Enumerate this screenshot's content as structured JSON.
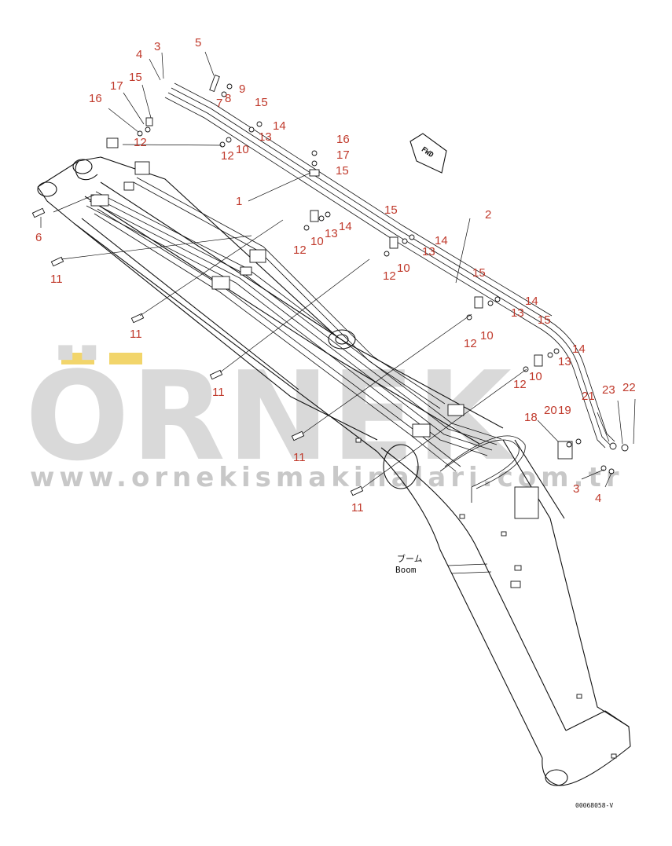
{
  "watermark": {
    "brand": "ÖRNEK",
    "url": "www.ornekismakinalari.com.tr"
  },
  "labels": {
    "boom_jp": "ブーム",
    "boom_en": "Boom",
    "fwd": "FWD",
    "drawing_code": "00068058-V"
  },
  "callouts": [
    "1",
    "2",
    "3",
    "3",
    "4",
    "4",
    "5",
    "6",
    "7",
    "8",
    "9",
    "10",
    "10",
    "10",
    "10",
    "10",
    "11",
    "11",
    "11",
    "11",
    "11",
    "12",
    "12",
    "12",
    "12",
    "12",
    "12",
    "13",
    "13",
    "13",
    "13",
    "13",
    "14",
    "14",
    "14",
    "14",
    "14",
    "15",
    "15",
    "15",
    "15",
    "15",
    "15",
    "16",
    "16",
    "17",
    "17",
    "18",
    "19",
    "20",
    "21",
    "22",
    "23"
  ]
}
